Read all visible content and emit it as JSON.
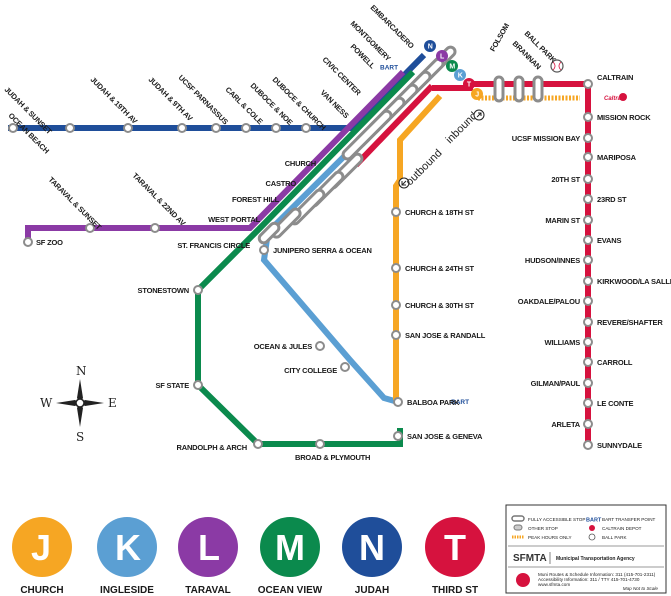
{
  "colors": {
    "J": "#f6a623",
    "K": "#5b9fd3",
    "L": "#8b3aa5",
    "M": "#0b8a4d",
    "N": "#1f4e9a",
    "T": "#d6123e"
  },
  "stations": {
    "ocean_beach": "OCEAN BEACH",
    "judah_sunset": "JUDAH & SUNSET",
    "judah_19th": "JUDAH & 19TH AV",
    "judah_9th": "JUDAH & 9TH AV",
    "ucsf_parnassus": "UCSF PARNASSUS",
    "carl_cole": "CARL & COLE",
    "duboce_noe": "DUBOCE & NOE",
    "duboce_church": "DUBOCE & CHURCH",
    "van_ness": "VAN NESS",
    "civic_center": "CIVIC CENTER",
    "powell": "POWELL",
    "montgomery": "MONTGOMERY",
    "embarcadero": "EMBARCADERO",
    "folsom": "FOLSOM",
    "brannan": "BRANNAN",
    "ball_park": "BALL PARK",
    "caltrain": "CALTRAIN",
    "mission_rock": "MISSION ROCK",
    "ucsf_mission_bay": "UCSF MISSION BAY",
    "mariposa": "MARIPOSA",
    "twentieth": "20TH ST",
    "twentythird": "23RD ST",
    "marin": "MARIN ST",
    "evans": "EVANS",
    "hudson": "HUDSON/INNES",
    "kirkwood": "KIRKWOOD/LA SALLE",
    "oakdale": "OAKDALE/PALOU",
    "revere": "REVERE/SHAFTER",
    "williams": "WILLIAMS",
    "carroll": "CARROLL",
    "gilman": "GILMAN/PAUL",
    "le_conte": "LE CONTE",
    "arleta": "ARLETA",
    "sunnydale": "SUNNYDALE",
    "church": "CHURCH",
    "castro": "CASTRO",
    "forest_hill": "FOREST HILL",
    "west_portal": "WEST PORTAL",
    "st_francis": "ST. FRANCIS CIRCLE",
    "taraval_sunset": "TARAVAL & SUNSET",
    "taraval_22nd": "TARAVAL & 22ND AV",
    "sf_zoo": "SF ZOO",
    "church_18th": "CHURCH & 18TH ST",
    "church_24th": "CHURCH & 24TH ST",
    "church_30th": "CHURCH & 30TH ST",
    "san_jose_randall": "SAN JOSE & RANDALL",
    "balboa_park": "BALBOA PARK",
    "san_jose_geneva": "SAN JOSE & GENEVA",
    "junipero_serra": "JUNIPERO SERRA & OCEAN",
    "stonestown": "STONESTOWN",
    "ocean_jules": "OCEAN & JULES",
    "city_college": "CITY COLLEGE",
    "sf_state": "SF STATE",
    "randolph_arch": "RANDOLPH & ARCH",
    "broad_plymouth": "BROAD & PLYMOUTH"
  },
  "direction": {
    "outbound": "outbound",
    "inbound": "inbound"
  },
  "compass": {
    "n": "N",
    "s": "S",
    "e": "E",
    "w": "W"
  },
  "legend": {
    "accessible": "FULLY ACCESSIBLE STOP",
    "other_stop": "OTHER STOP",
    "peak_hours": "PEAK HOURS ONLY",
    "bart": "BART TRANSFER POINT",
    "caltrain_depot": "CALTRAIN DEPOT",
    "ball_park": "BALL PARK",
    "brand": "SFMTA",
    "agency": "Municipal Transportation Agency",
    "info1": "Muni Routes & Schedule Information: 311 (415-701-2311)",
    "info2": "Accessibility Information: 311 / TTY 415-701-4730",
    "info3": "www.sfmta.com",
    "scale": "Map Not to Scale"
  },
  "badges": [
    {
      "letter": "J",
      "name": "CHURCH",
      "color": "#f6a623"
    },
    {
      "letter": "K",
      "name": "INGLESIDE",
      "color": "#5b9fd3"
    },
    {
      "letter": "L",
      "name": "TARAVAL",
      "color": "#8b3aa5"
    },
    {
      "letter": "M",
      "name": "OCEAN VIEW",
      "color": "#0b8a4d"
    },
    {
      "letter": "N",
      "name": "JUDAH",
      "color": "#1f4e9a"
    },
    {
      "letter": "T",
      "name": "THIRD ST",
      "color": "#d6123e"
    }
  ],
  "small_badges": [
    {
      "letter": "N",
      "color": "#1f4e9a"
    },
    {
      "letter": "L",
      "color": "#8b3aa5"
    },
    {
      "letter": "M",
      "color": "#0b8a4d"
    },
    {
      "letter": "K",
      "color": "#5b9fd3"
    },
    {
      "letter": "T",
      "color": "#d6123e"
    },
    {
      "letter": "J",
      "color": "#f6a623"
    }
  ],
  "caltrain_logo_text": "Caltrain",
  "bart_logo_text": "BART",
  "legend_bart_icon": "BART"
}
